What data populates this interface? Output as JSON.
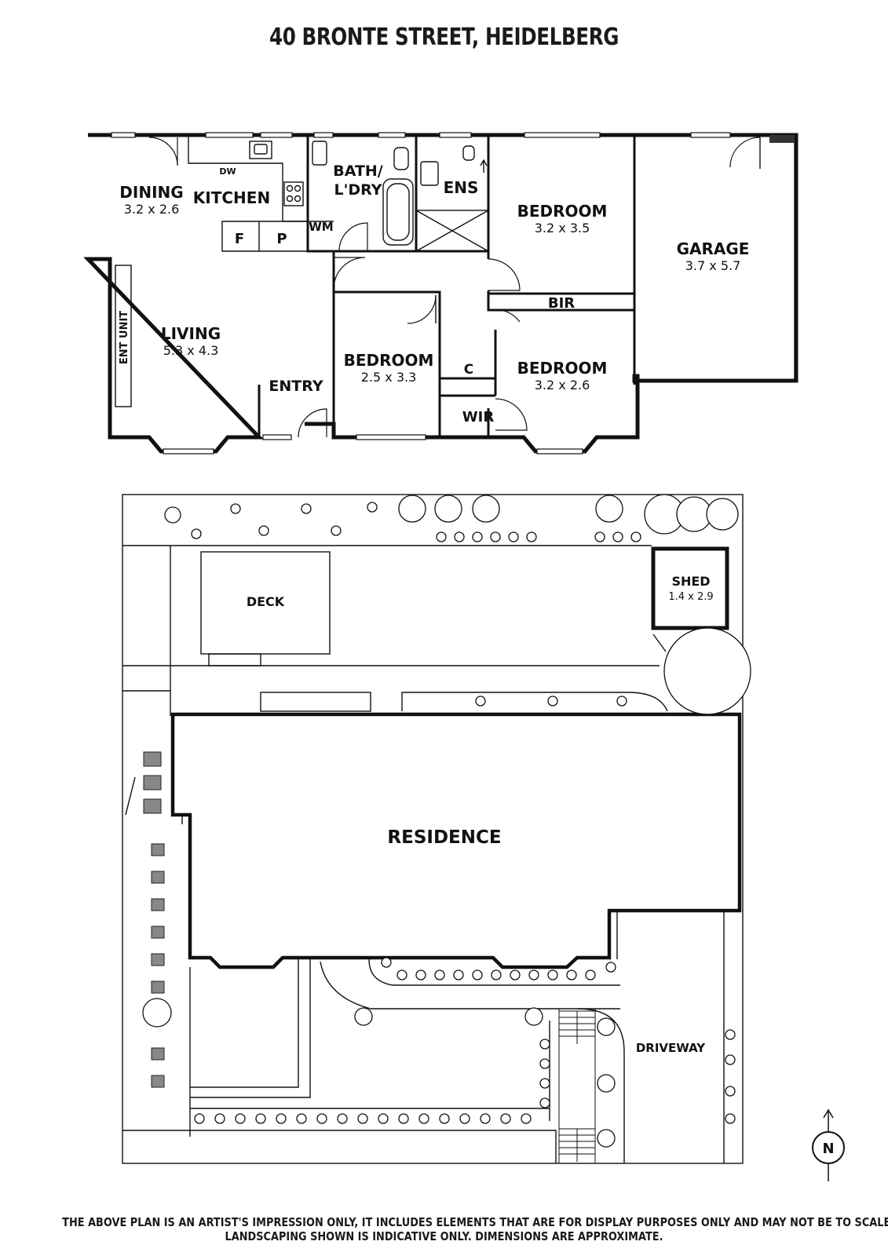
{
  "title": "40 BRONTE STREET, HEIDELBERG",
  "floor_plan": {
    "rooms": [
      {
        "id": "dining",
        "name": "DINING",
        "dims": "3.2 x 2.6"
      },
      {
        "id": "kitchen",
        "name": "KITCHEN",
        "dims": ""
      },
      {
        "id": "bath",
        "name": "BATH/",
        "name2": "L'DRY",
        "dims": ""
      },
      {
        "id": "ens",
        "name": "ENS",
        "dims": ""
      },
      {
        "id": "bedroom1",
        "name": "BEDROOM",
        "dims": "3.2 x 3.5"
      },
      {
        "id": "garage",
        "name": "GARAGE",
        "dims": "3.7 x 5.7"
      },
      {
        "id": "living",
        "name": "LIVING",
        "dims": "5.3 x 4.3"
      },
      {
        "id": "entry",
        "name": "ENTRY",
        "dims": ""
      },
      {
        "id": "bedroom2",
        "name": "BEDROOM",
        "dims": "2.5 x 3.3"
      },
      {
        "id": "bedroom3",
        "name": "BEDROOM",
        "dims": "3.2 x 2.6"
      }
    ],
    "fixtures": {
      "dw": "DW",
      "fridge": "F",
      "pantry": "P",
      "wm": "WM",
      "bir": "BIR",
      "cupboard": "C",
      "wir": "WIR",
      "ent_unit": "ENT UNIT"
    }
  },
  "site_plan": {
    "deck": "DECK",
    "shed": "SHED",
    "shed_dims": "1.4 x 2.9",
    "residence": "RESIDENCE",
    "driveway": "DRIVEWAY",
    "north": "N"
  },
  "disclaimer": [
    "THE ABOVE PLAN IS AN ARTIST'S IMPRESSION ONLY, IT INCLUDES ELEMENTS THAT ARE FOR DISPLAY PURPOSES ONLY AND MAY NOT BE TO SCALE.",
    "LANDSCAPING SHOWN IS INDICATIVE ONLY. DIMENSIONS ARE APPROXIMATE."
  ]
}
